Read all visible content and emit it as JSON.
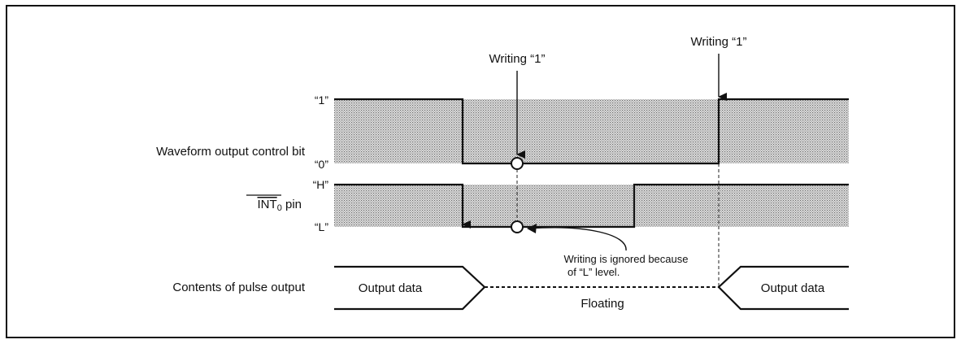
{
  "signals": {
    "control_bit": {
      "name": "Waveform output control bit",
      "high": "“1”",
      "low": "“0”"
    },
    "int_pin": {
      "name_main": "INT",
      "name_sub": "0",
      "name_suffix": " pin",
      "high": "“H”",
      "low": "“L”"
    },
    "pulse": {
      "name": "Contents of pulse output",
      "left_box": "Output data",
      "right_box": "Output data",
      "middle": "Floating"
    }
  },
  "annotations": {
    "write_1": "Writing “1”",
    "write_2": "Writing “1”",
    "ignored_line1": "Writing is ignored because",
    "ignored_line2": "of “L” level."
  },
  "colors": {
    "line": "#111111",
    "shade": "#bdbdbd",
    "background": "#ffffff"
  }
}
